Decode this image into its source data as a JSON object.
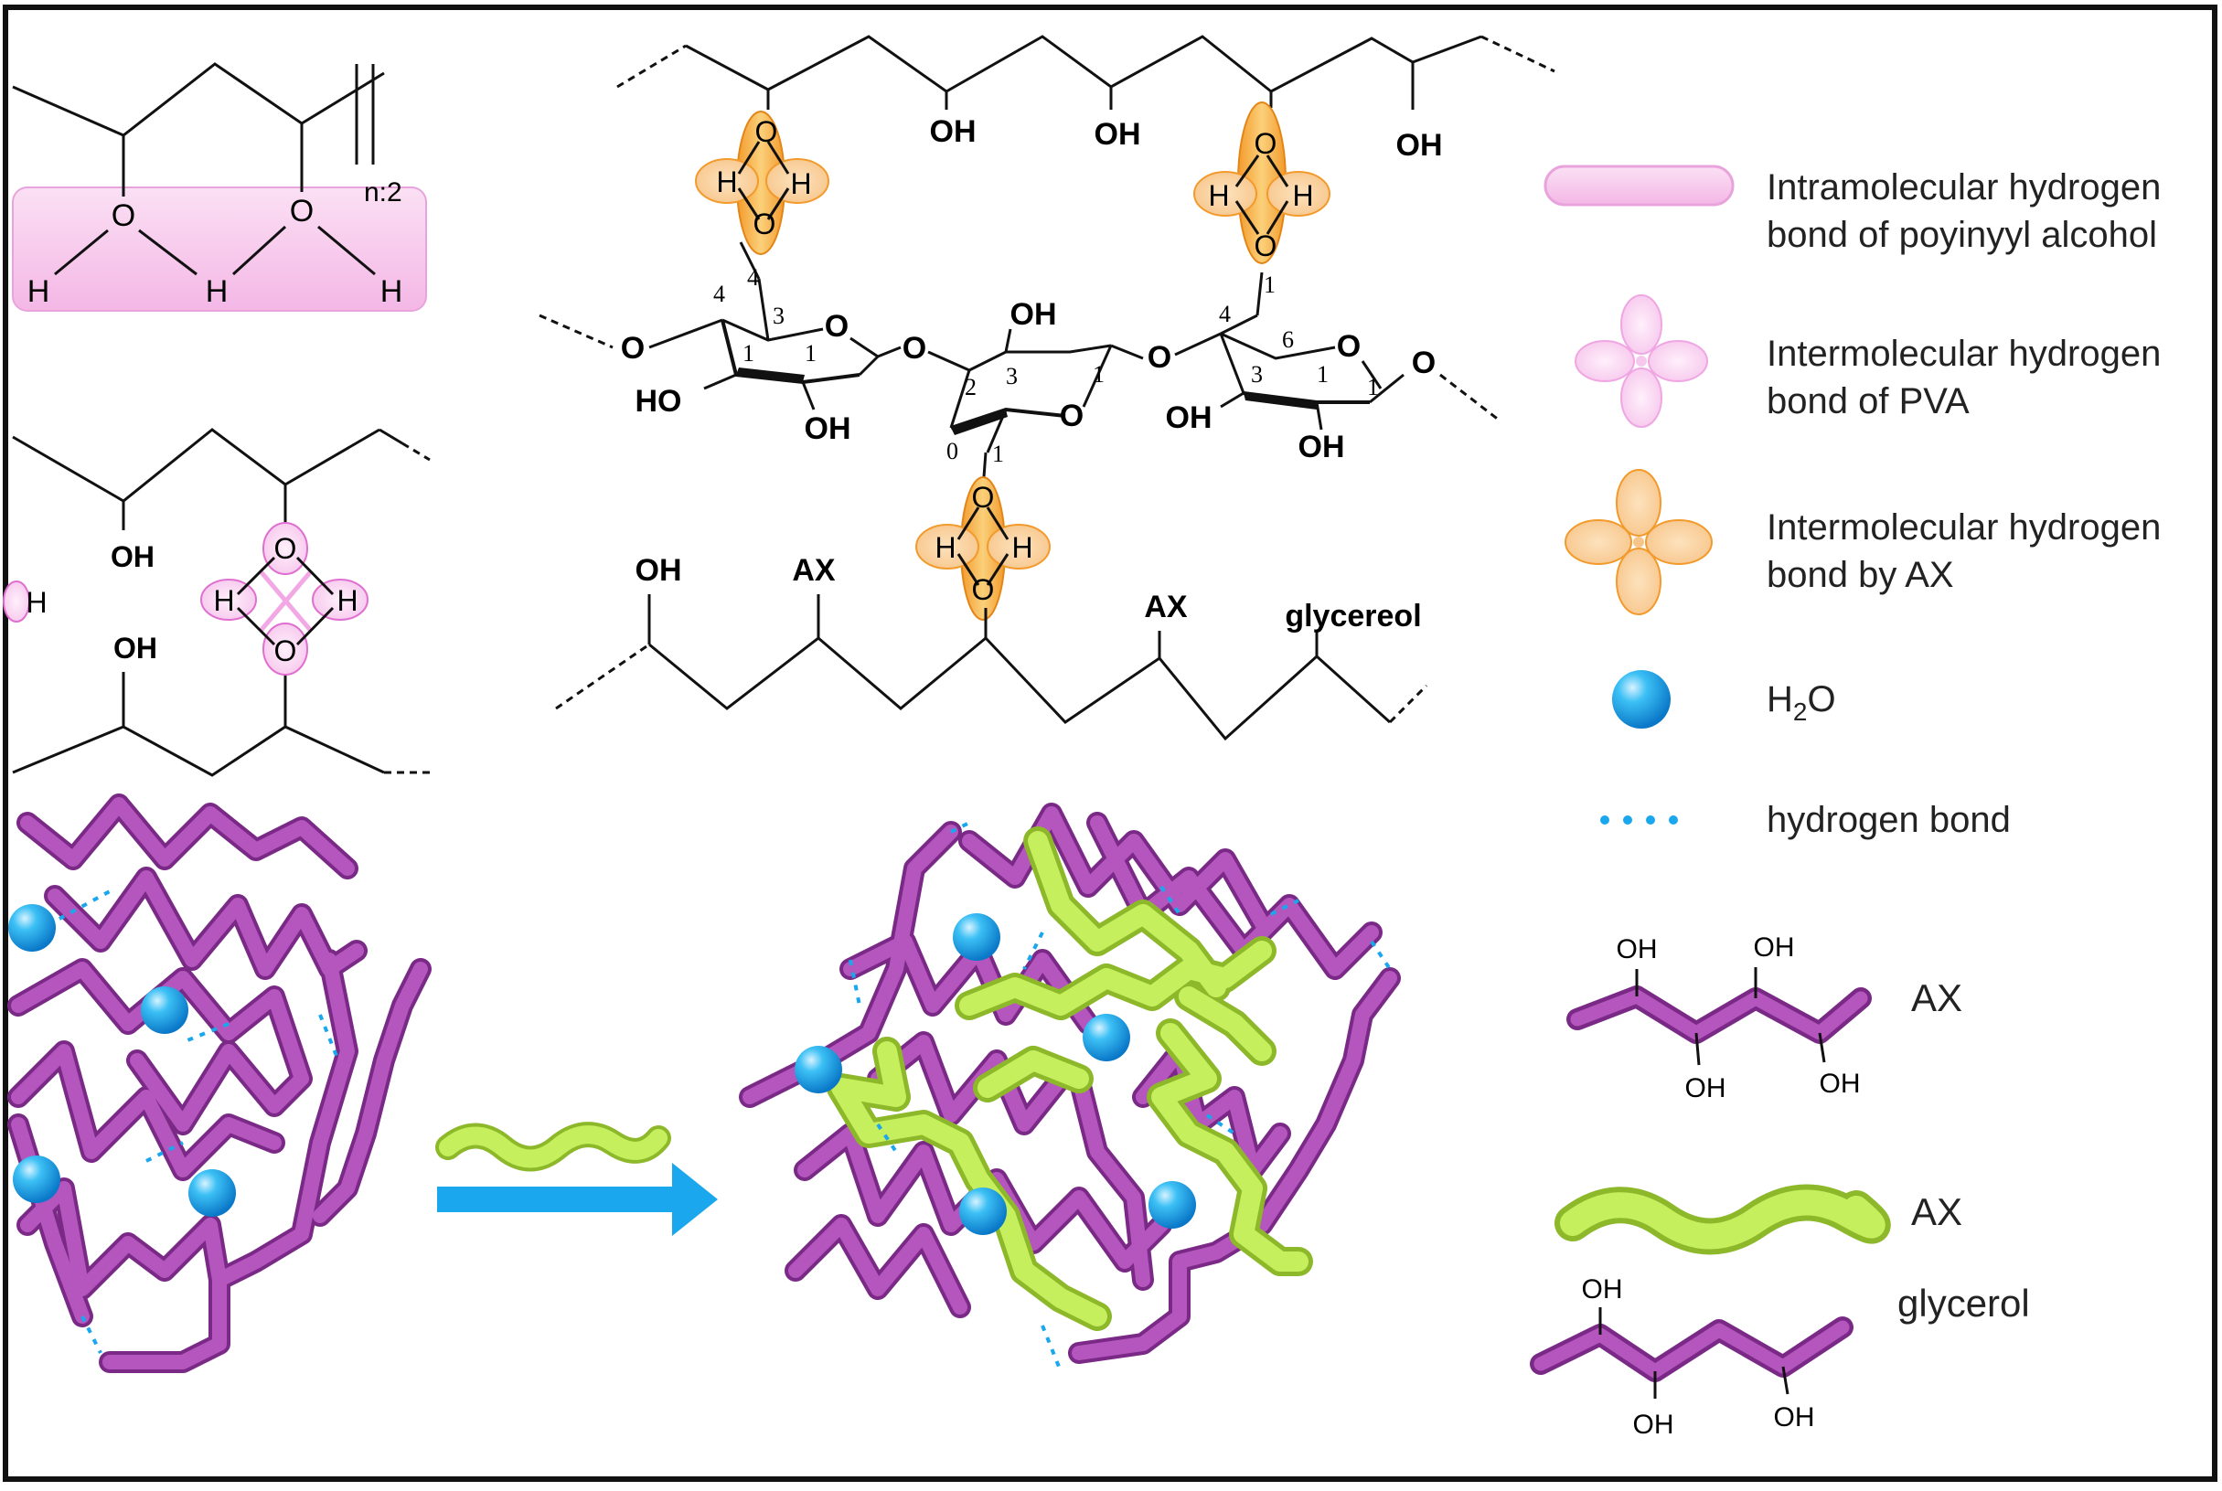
{
  "structures": {
    "pva_top": {
      "h1": "H",
      "o1": "O",
      "h2": "H",
      "o2": "O",
      "h3": "H",
      "repeat": "n:2"
    },
    "pva_mid": {
      "oh1": "OH",
      "oh2": "OH",
      "o_up": "O",
      "o_down": "O",
      "h_l": "H",
      "h_r": "H",
      "h_partial": "H"
    },
    "center": {
      "oh_top1": "OH",
      "oh_top2": "OH",
      "oh_top3": "OH",
      "hb_left": {
        "o_up": "O",
        "o_down": "O",
        "h_l": "H",
        "h_r": "H"
      },
      "hb_right": {
        "o_up": "O",
        "o_down": "O",
        "h_l": "H",
        "h_r": "H"
      },
      "hb_bottom": {
        "o_up": "O",
        "o_down": "O",
        "h_l": "H",
        "h_r": "H"
      },
      "ring_left": {
        "ring_o": "O",
        "c4": "4",
        "c3": "3",
        "c1": "1",
        "c1b": "1",
        "ch2": "4",
        "oh_l": "HO",
        "oh_b": "OH",
        "o_left": "O",
        "o_link": "O"
      },
      "ring_mid": {
        "ring_o": "O",
        "oh_top": "OH",
        "c3": "3",
        "c1": "1",
        "c2": "2",
        "c0": "0",
        "c1b": "1"
      },
      "ring_right": {
        "ring_o": "O",
        "o_link": "O",
        "o_end": "O",
        "c4": "4",
        "c6": "6",
        "c3": "3",
        "c1": "1",
        "c1b": "1",
        "ch2": "1",
        "oh_l": "OH",
        "oh_b": "OH"
      },
      "chain_oh": "OH",
      "chain_ax1": "AX",
      "chain_ax2": "AX",
      "chain_gly": "glycereol"
    }
  },
  "legend": {
    "intra_line1": "Intramolecular hydrogen",
    "intra_line2": "bond of poyinyyl alcohol",
    "inter_pva_line1": "Intermolecular hydrogen",
    "inter_pva_line2": "bond of PVA",
    "inter_ax_line1": "Intermolecular hydrogen",
    "inter_ax_line2": "bond by AX",
    "water_main": "H",
    "water_sub": "2",
    "water_tail": "O",
    "hbond": "hydrogen bond",
    "ax_mol": {
      "label": "AX",
      "oh1": "OH",
      "oh2": "OH",
      "oh3": "OH",
      "oh4": "OH"
    },
    "ax_green": "AX",
    "glycerol": {
      "label": "glycerol",
      "oh1": "OH",
      "oh2": "OH",
      "oh3": "OH"
    }
  },
  "colors": {
    "pink_fill": "#f7c8ec",
    "pink_stroke": "#e06fd0",
    "orange": "#f39a2c",
    "orange_fill": "#f7b347",
    "purple": "#a04aa8",
    "purple_dark": "#7a2a86",
    "green": "#b9e84a",
    "blue": "#1fa8ea",
    "arrow": "#1aa7ee"
  }
}
